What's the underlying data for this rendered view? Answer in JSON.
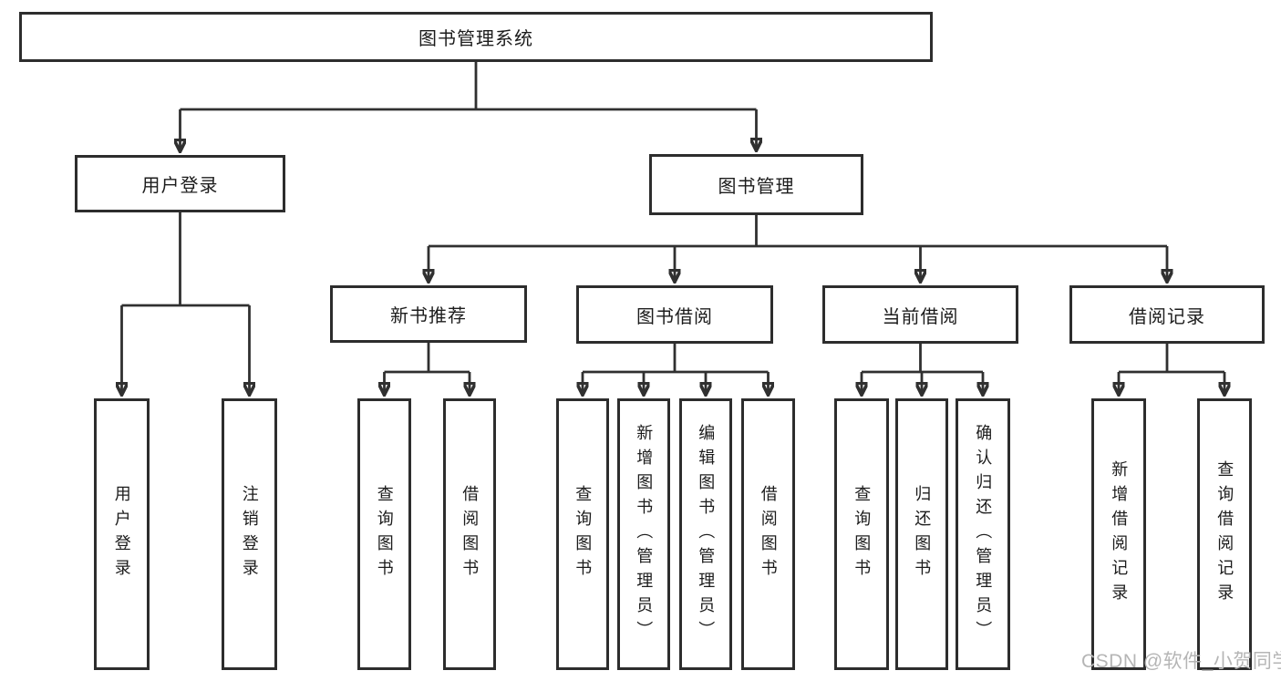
{
  "diagram": {
    "root_label": "图书管理系统",
    "user_login": {
      "label": "用户登录",
      "children": [
        "用户登录",
        "注销登录"
      ]
    },
    "book_mgmt": {
      "label": "图书管理",
      "sections": [
        {
          "label": "新书推荐",
          "children": [
            "查询图书",
            "借阅图书"
          ]
        },
        {
          "label": "图书借阅",
          "children": [
            "查询图书",
            "新增图书（管理员）",
            "编辑图书（管理员）",
            "借阅图书"
          ]
        },
        {
          "label": "当前借阅",
          "children": [
            "查询图书",
            "归还图书",
            "确认归还（管理员）"
          ]
        },
        {
          "label": "借阅记录",
          "children": [
            "新增借阅记录",
            "查询借阅记录"
          ]
        }
      ]
    }
  },
  "watermark": "CSDN @软件_小贺同学",
  "colors": {
    "line": "#303030",
    "box_border": "#2d2d2d",
    "text": "#1c1c1c",
    "watermark_text": "#b5b5b5",
    "background": "#ffffff"
  }
}
